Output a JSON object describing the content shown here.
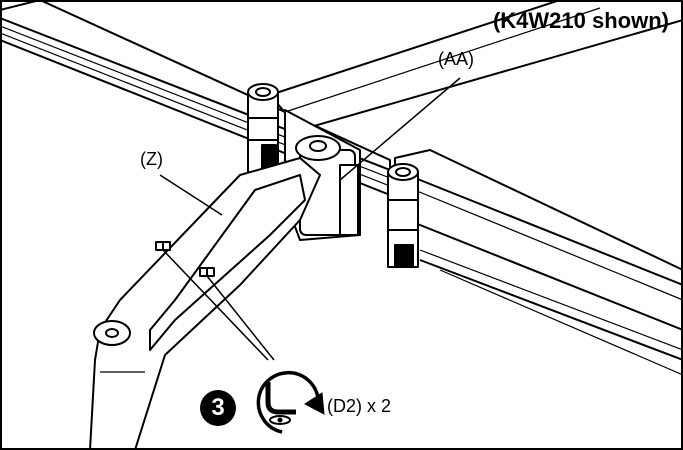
{
  "title": "(K4W210 shown)",
  "callouts": {
    "aa": "(AA)",
    "z": "(Z)",
    "d2": "(D2) x 2"
  },
  "step": {
    "number": "3"
  },
  "icons": {
    "step_tool": "hex-key-rotate-icon"
  }
}
